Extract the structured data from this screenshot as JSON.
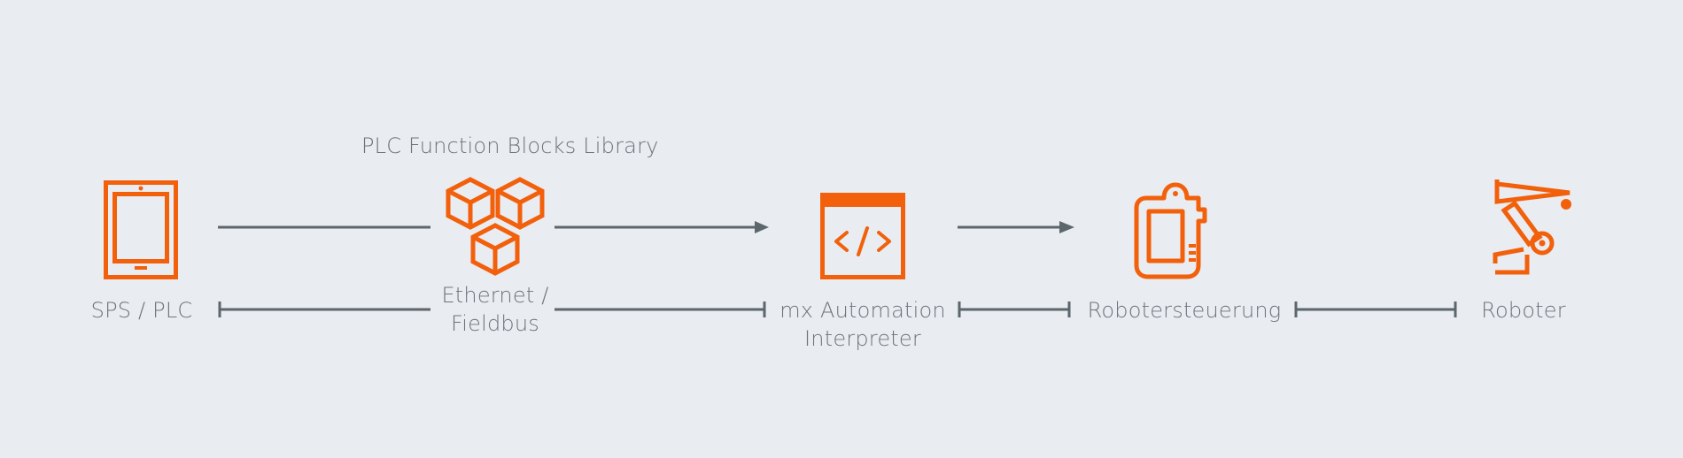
{
  "colors": {
    "background": "#e9ecf0",
    "accent": "#f2600c",
    "connector": "#5b666d",
    "text": "#6b757c"
  },
  "top_label": "PLC Function Blocks Library",
  "nodes": {
    "sps": {
      "label": "SPS / PLC",
      "icon": "tablet-icon"
    },
    "fieldbus": {
      "label_line1": "Ethernet /",
      "label_line2": "Fieldbus",
      "icon": "cubes-icon"
    },
    "interpreter": {
      "label_line1": "mx Automation",
      "label_line2": "Interpreter",
      "icon": "code-window-icon",
      "code_glyph": "</>"
    },
    "controller": {
      "label": "Robotersteuerung",
      "icon": "robot-controller-icon"
    },
    "robot": {
      "label": "Roboter",
      "icon": "robot-arm-icon"
    }
  }
}
